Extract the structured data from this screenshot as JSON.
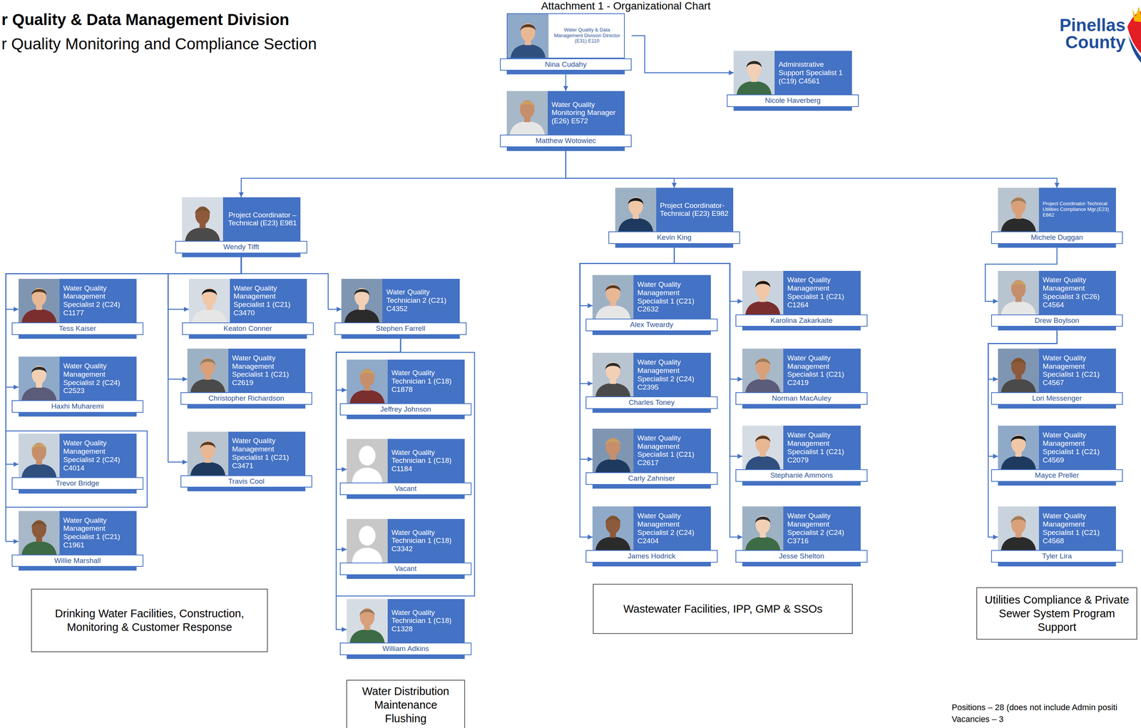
{
  "diagram": {
    "title": "Attachment 1 - Organizational Chart",
    "nodes": [
      {
        "text": [
          "Water Quality & Data Management Division Director (E31) E110",
          "Nina Cudahy"
        ]
      },
      {
        "text": [
          "Administrative Support Specialist 1 (C19) C4561",
          "Nicole Haverberg"
        ]
      },
      {
        "text": [
          "Water Quality Monitoring Manager (E26) E572",
          "Matthew Wotowiec"
        ]
      },
      {
        "text": [
          "Project Coordinator – Technical (E23) E981",
          "Wendy Tifft"
        ]
      },
      {
        "text": [
          "Project Coordinator-Technical (E23) E982",
          "Kevin King"
        ]
      },
      {
        "text": [
          "Project Coordinator-Technical Utilities Compliance Mgr.(E23) E662",
          "Michele Duggan"
        ]
      },
      {
        "text": [
          "Water Quality Management Specialist 2 (C24) C1177",
          "Tess Kaiser"
        ]
      },
      {
        "text": [
          "Water Quality Management Specialist 2 (C24) C2523",
          "Haxhi Muharemi"
        ]
      },
      {
        "text": [
          "Water Quality Management Specialist 2 (C24) C4014",
          "Trevor Bridge"
        ]
      },
      {
        "text": [
          "Water Quality Management Specialist 1 (C21) C1961",
          "Willie Marshall"
        ]
      },
      {
        "text": [
          "Water Quality Management Specialist 1 (C21) C3470",
          "Keaton Conner"
        ]
      },
      {
        "text": [
          "Water Quality Management Specialist 1 (C21) C2619",
          "Christopher Richardson"
        ]
      },
      {
        "text": [
          "Water Quality Management Specialist 1 (C21) C3471",
          "Travis Cool"
        ]
      },
      {
        "text": [
          "Water Quality Technician 2 (C21) C4352",
          "Stephen Farrell"
        ]
      },
      {
        "text": [
          "Water Quality Technician 1 (C18) C1878",
          "Jeffrey Johnson"
        ]
      },
      {
        "text": [
          "Water Quality Technician 1 (C18) C1184",
          "Vacant"
        ]
      },
      {
        "text": [
          "Water Quality Technician 1 (C18) C3342",
          "Vacant"
        ]
      },
      {
        "text": [
          "Water Quality Technician 1 (C18) C1328",
          "William Adkins"
        ]
      },
      {
        "text": [
          "Water Quality Management Specialist 1 (C21) C2632",
          "Alex Tweardy"
        ]
      },
      {
        "text": [
          "Water Quality Management Specialist 2 (C24) C2395",
          "Charles Toney"
        ]
      },
      {
        "text": [
          "Water Quality Management Specialist 1 (C21) C2617",
          "Carly Zahniser"
        ]
      },
      {
        "text": [
          "Water Quality Management Specialist 2 (C24) C2404",
          "James Hodrick"
        ]
      },
      {
        "text": [
          "Water Quality Management Specialist 1 (C21) C1264",
          "Karolina Zakarkaite"
        ]
      },
      {
        "text": [
          "Water Quality Management Specialist 1 (C21) C2419",
          "Norman MacAuley"
        ]
      },
      {
        "text": [
          "Water Quality Management Specialist 1 (C21) C2079",
          "Stephanie Ammons"
        ]
      },
      {
        "text": [
          "Water Quality Management Specialist 2 (C24) C3716",
          "Jesse Shelton"
        ]
      },
      {
        "text": [
          "Water Quality Management Specialist 3 (C26) C4564",
          "Drew Boylson"
        ]
      },
      {
        "text": [
          "Water Quality Management Specialist 1 (C21) C4567",
          "Lori Messenger"
        ]
      },
      {
        "text": [
          "Water Quality Management Specialist 1 (C21) C4569",
          "Mayce Preller"
        ]
      },
      {
        "text": [
          "Water Quality Management Specialist 1 (C21) C4568",
          "Tyler Lira"
        ]
      },
      {
        "text": [
          "Drinking Water Facilities, Construction, Monitoring & Customer Response"
        ]
      },
      {
        "text": [
          "Water Distribution Maintenance Flushing"
        ]
      },
      {
        "text": [
          "Wastewater Facilities, IPP, GMP & SSOs"
        ]
      },
      {
        "text": [
          "Utilities Compliance & Private Sewer System Program Support"
        ]
      }
    ],
    "edges": [
      {
        "from": 0,
        "to": 2,
        "arrow": "to"
      },
      {
        "from": 0,
        "to": 1,
        "arrow": "to"
      },
      {
        "from": 2,
        "to": 3,
        "arrow": "to"
      },
      {
        "from": 2,
        "to": 4,
        "arrow": "to"
      },
      {
        "from": 2,
        "to": 5,
        "arrow": "to"
      },
      {
        "from": 3,
        "to": 6,
        "arrow": "to"
      },
      {
        "from": 3,
        "to": 7,
        "arrow": "to"
      },
      {
        "from": 3,
        "to": 8,
        "arrow": "to"
      },
      {
        "from": 3,
        "to": 9,
        "arrow": "to"
      },
      {
        "from": 3,
        "to": 10,
        "arrow": "to"
      },
      {
        "from": 3,
        "to": 11,
        "arrow": "to"
      },
      {
        "from": 3,
        "to": 12,
        "arrow": "to"
      },
      {
        "from": 3,
        "to": 13,
        "arrow": "to"
      },
      {
        "from": 13,
        "to": 14,
        "arrow": "to"
      },
      {
        "from": 13,
        "to": 15,
        "arrow": "to"
      },
      {
        "from": 13,
        "to": 16,
        "arrow": "to"
      },
      {
        "from": 13,
        "to": 17,
        "arrow": "to"
      },
      {
        "from": 4,
        "to": 18,
        "arrow": "to"
      },
      {
        "from": 4,
        "to": 19,
        "arrow": "to"
      },
      {
        "from": 4,
        "to": 20,
        "arrow": "to"
      },
      {
        "from": 4,
        "to": 21,
        "arrow": "to"
      },
      {
        "from": 4,
        "to": 22,
        "arrow": "to"
      },
      {
        "from": 4,
        "to": 23,
        "arrow": "to"
      },
      {
        "from": 4,
        "to": 24,
        "arrow": "to"
      },
      {
        "from": 4,
        "to": 25,
        "arrow": "to"
      },
      {
        "from": 5,
        "to": 26,
        "arrow": "to"
      },
      {
        "from": 26,
        "to": 27,
        "arrow": "to"
      },
      {
        "from": 26,
        "to": 28,
        "arrow": "to"
      },
      {
        "from": 26,
        "to": 29,
        "arrow": "to"
      }
    ],
    "labels": [
      "r Quality & Data Management Division",
      "r Quality Monitoring and Compliance Section",
      "Pinellas County",
      "Positions – 28 (does not include Admin positi",
      "Vacancies – 3"
    ]
  }
}
